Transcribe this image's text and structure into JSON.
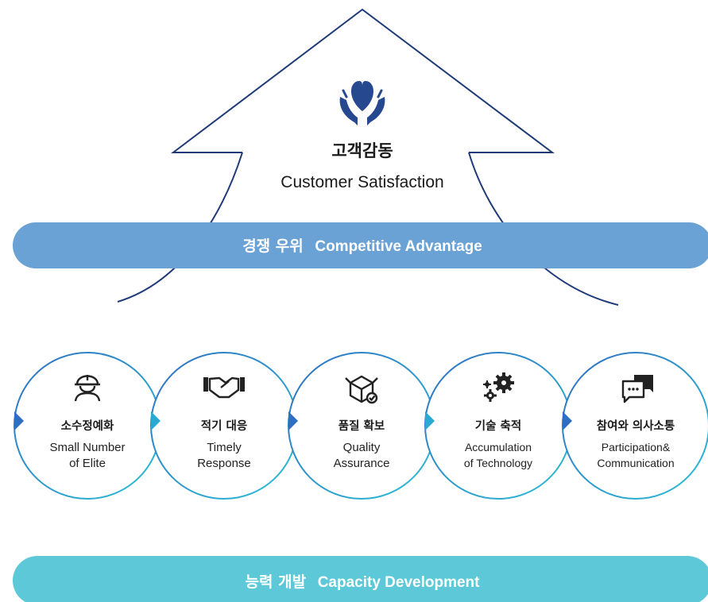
{
  "colors": {
    "arrow_stroke": "#1f3a78",
    "heart": "#25488f",
    "competitive_band": "#6aa2d6",
    "capacity_band": "#5dc9d8",
    "circle_stroke_start": "#2f6ec2",
    "circle_stroke_end": "#2cc0d6",
    "icon": "#222222"
  },
  "goal": {
    "icon": "heart-in-hands-icon",
    "korean": "고객감동",
    "english": "Customer Satisfaction"
  },
  "competitive_band": {
    "korean": "경쟁 우위",
    "english": "Competitive Advantage"
  },
  "capabilities": [
    {
      "icon": "worker-helmet-icon",
      "korean": "소수정예화",
      "english_line1": "Small Number",
      "english_line2": "of Elite"
    },
    {
      "icon": "handshake-icon",
      "korean": "적기 대응",
      "english_line1": "Timely",
      "english_line2": "Response"
    },
    {
      "icon": "quality-box-icon",
      "korean": "품질 확보",
      "english_line1": "Quality",
      "english_line2": "Assurance"
    },
    {
      "icon": "gears-icon",
      "korean": "기술 축적",
      "english_line1": "Accumulation",
      "english_line2": "of Technology"
    },
    {
      "icon": "chat-bubbles-icon",
      "korean": "참여와 의사소통",
      "english_line1": "Participation&",
      "english_line2": "Communication"
    }
  ],
  "capacity_band": {
    "korean": "능력 개발",
    "english": "Capacity Development"
  }
}
